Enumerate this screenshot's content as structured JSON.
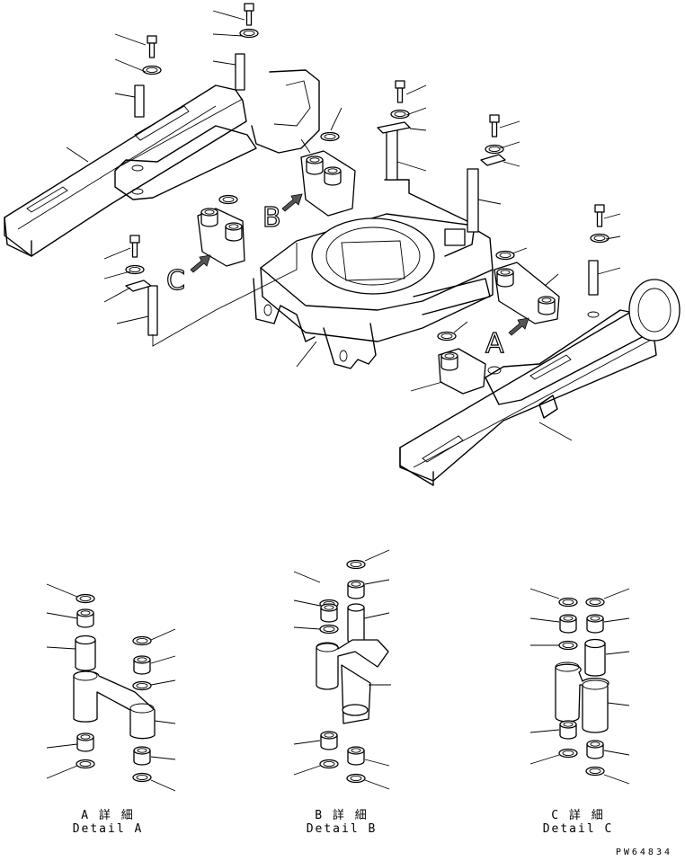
{
  "view_letters": {
    "a": "A",
    "b": "B",
    "c": "C"
  },
  "details": [
    {
      "title": "A 詳 細",
      "subtitle": "Detail A"
    },
    {
      "title": "B 詳 細",
      "subtitle": "Detail B"
    },
    {
      "title": "C 詳 細",
      "subtitle": "Detail C"
    }
  ],
  "drawing_code": "PW64834"
}
